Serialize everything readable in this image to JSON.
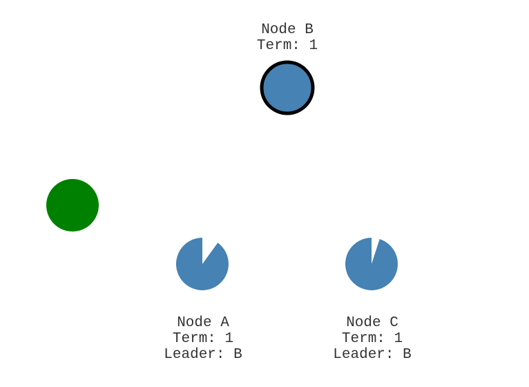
{
  "colors": {
    "node_fill": "#4682b4",
    "leader_outline": "#000000",
    "client_fill": "#008000",
    "label_text": "#333333",
    "background": "#ffffff"
  },
  "client": {
    "icon": "client-node-circle"
  },
  "nodes": [
    {
      "id": "b",
      "name_label": "Node B",
      "term_label": "Term: 1",
      "role": "leader"
    },
    {
      "id": "a",
      "name_label": "Node A",
      "term_label": "Term: 1",
      "leader_label": "Leader: B",
      "role": "follower",
      "election_timeout_remaining": 0.9
    },
    {
      "id": "c",
      "name_label": "Node C",
      "term_label": "Term: 1",
      "leader_label": "Leader: B",
      "role": "follower",
      "election_timeout_remaining": 0.95
    }
  ]
}
